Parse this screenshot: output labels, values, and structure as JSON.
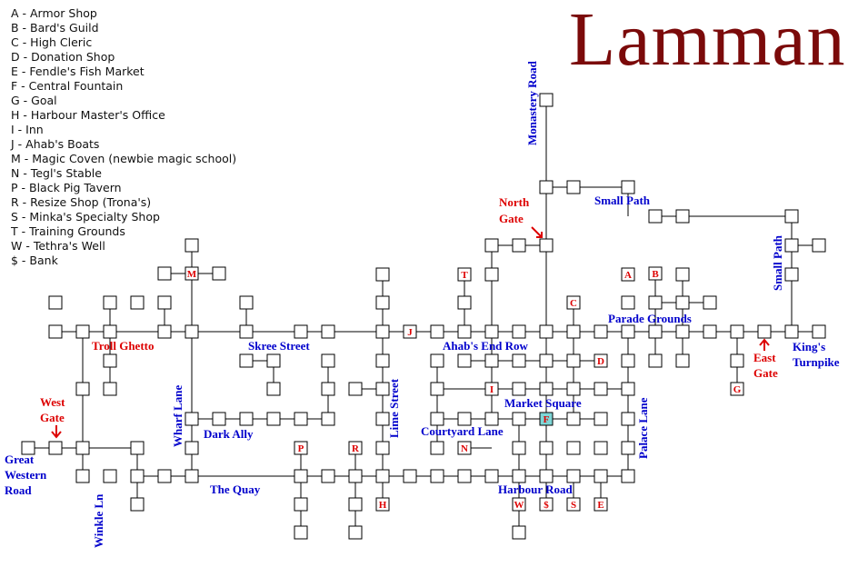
{
  "title": "Lamman",
  "legend": [
    {
      "code": "A",
      "text": "A - Armor Shop"
    },
    {
      "code": "B",
      "text": "B - Bard's Guild"
    },
    {
      "code": "C",
      "text": "C - High Cleric"
    },
    {
      "code": "D",
      "text": "D - Donation Shop"
    },
    {
      "code": "E",
      "text": "E - Fendle's Fish Market"
    },
    {
      "code": "F",
      "text": "F - Central Fountain"
    },
    {
      "code": "G",
      "text": "G - Goal"
    },
    {
      "code": "H",
      "text": "H - Harbour Master's Office"
    },
    {
      "code": "I",
      "text": "I - Inn"
    },
    {
      "code": "J",
      "text": "J - Ahab's Boats"
    },
    {
      "code": "M",
      "text": "M - Magic Coven (newbie magic school)"
    },
    {
      "code": "N",
      "text": "N - Tegl's Stable"
    },
    {
      "code": "P",
      "text": "P - Black Pig Tavern"
    },
    {
      "code": "R",
      "text": "R - Resize Shop (Trona's)"
    },
    {
      "code": "S",
      "text": "S - Minka's Specialty Shop"
    },
    {
      "code": "T",
      "text": "T - Training Grounds"
    },
    {
      "code": "W",
      "text": "W - Tethra's Well"
    },
    {
      "code": "$",
      "text": "$ - Bank"
    }
  ],
  "streets": {
    "monastery_road": "Monastery Road",
    "small_path_top": "Small Path",
    "small_path_right": "Small Path",
    "parade_grounds": "Parade Grounds",
    "kings_turnpike_1": "King's",
    "kings_turnpike_2": "Turnpike",
    "troll_ghetto": "Troll Ghetto",
    "skree_street": "Skree Street",
    "ahabs_end_row": "Ahab's End Row",
    "market_square": "Market Square",
    "wharf_lane": "Wharf Lane",
    "dark_ally": "Dark Ally",
    "lime_street": "Lime Street",
    "courtyard_lane": "Courtyard Lane",
    "palace_lane": "Palace Lane",
    "great_western_road_1": "Great",
    "great_western_road_2": "Western",
    "great_western_road_3": "Road",
    "winkle_ln": "Winkle Ln",
    "the_quay": "The Quay",
    "harbour_road": "Harbour Road"
  },
  "gates": {
    "north_1": "North",
    "north_2": "Gate",
    "west_1": "West",
    "west_2": "Gate",
    "east_1": "East",
    "east_2": "Gate"
  },
  "markers": [
    "A",
    "B",
    "C",
    "D",
    "E",
    "F",
    "G",
    "H",
    "I",
    "J",
    "M",
    "N",
    "P",
    "R",
    "S",
    "T",
    "W",
    "$"
  ],
  "colors": {
    "title": "#7b0a0a",
    "street": "#0000cc",
    "marker": "#dd0000",
    "fountain": "#7fd6d6"
  }
}
